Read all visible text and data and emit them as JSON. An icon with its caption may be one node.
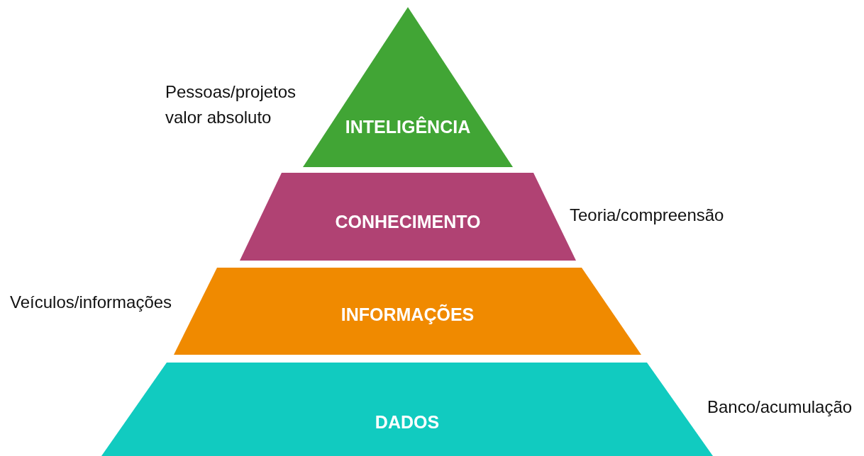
{
  "diagram": {
    "nodes": [
      {
        "text": [
          "INTELIGÊNCIA"
        ],
        "beside": [
          "Pessoas/projetos valor absoluto"
        ]
      },
      {
        "text": [
          "CONHECIMENTO"
        ],
        "beside": [
          "Teoria/compreensão"
        ]
      },
      {
        "text": [
          "INFORMAÇÕES"
        ],
        "beside": [
          "Veículos/informações"
        ]
      },
      {
        "text": [
          "DADOS"
        ],
        "beside": [
          "Banco/acumulação"
        ]
      }
    ]
  }
}
